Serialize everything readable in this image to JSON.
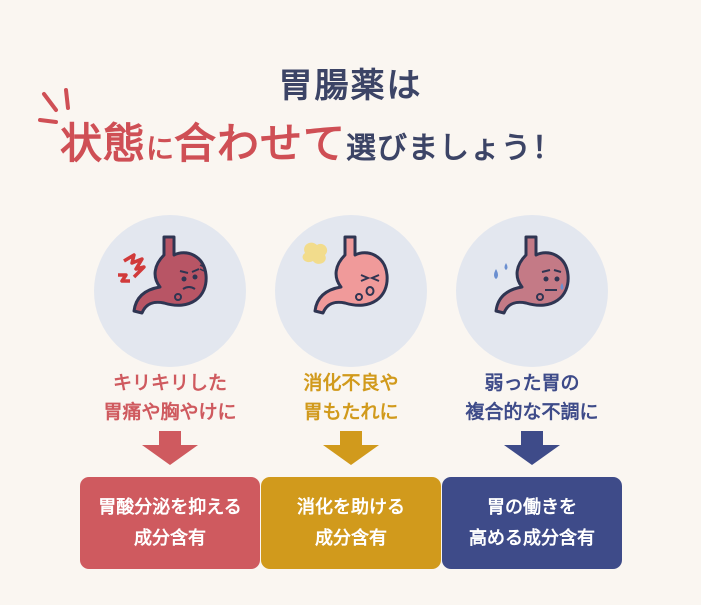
{
  "title": {
    "line1": "胃腸薬は",
    "line2_big1": "状態",
    "line2_small": "に",
    "line2_big2": "合わせて",
    "line2_rest": "選びましょう！"
  },
  "columns": [
    {
      "symptom_lines": [
        "キリキリした",
        "胃痛や胸やけに"
      ],
      "remedy_lines": [
        "胃酸分泌を抑える",
        "成分含有"
      ],
      "color": "#cf5a5f",
      "icon": "stomach-pain-icon"
    },
    {
      "symptom_lines": [
        "消化不良や",
        "胃もたれに"
      ],
      "remedy_lines": [
        "消化を助ける",
        "成分含有"
      ],
      "color": "#d19a1c",
      "icon": "stomach-indigestion-icon"
    },
    {
      "symptom_lines": [
        "弱った胃の",
        "複合的な不調に"
      ],
      "remedy_lines": [
        "胃の働きを",
        "高める成分含有"
      ],
      "color": "#3e4b89",
      "icon": "stomach-weak-icon"
    }
  ],
  "colors": {
    "background": "#faf6f1",
    "title_dark": "#3c4466",
    "title_accent": "#cf4f55",
    "circle": "#e3e7ef"
  }
}
